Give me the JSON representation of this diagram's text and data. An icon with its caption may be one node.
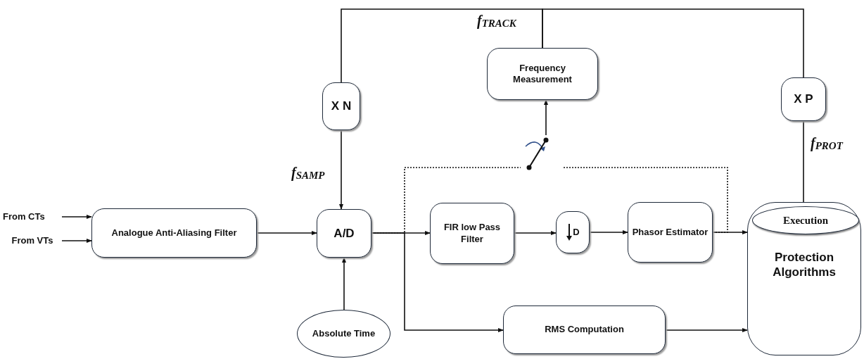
{
  "diagram": {
    "nodes": [
      {
        "text": [
          "From CTs"
        ]
      },
      {
        "text": [
          "From VTs"
        ]
      },
      {
        "text": [
          "Analogue Anti-Aliasing Filter"
        ]
      },
      {
        "text": [
          "A/D"
        ]
      },
      {
        "text": [
          "Absolute Time"
        ]
      },
      {
        "text": [
          "X N"
        ]
      },
      {
        "text": [
          "Frequency Measurement"
        ]
      },
      {
        "text": [
          "X P"
        ]
      },
      {
        "text": [
          "FIR low Pass Filter"
        ]
      },
      {
        "text": [
          "D"
        ]
      },
      {
        "text": [
          "Phasor Estimator"
        ]
      },
      {
        "text": [
          "Protection Algorithms"
        ]
      },
      {
        "text": [
          "Execution"
        ],
        "in": 11
      },
      {
        "text": [
          "RMS Computation"
        ]
      },
      {
        "text": [],
        "shape": "switch"
      }
    ],
    "edges": [
      {
        "from": 0,
        "to": 2,
        "arrow": "to"
      },
      {
        "from": 1,
        "to": 2,
        "arrow": "to"
      },
      {
        "from": 2,
        "to": 3,
        "arrow": "to"
      },
      {
        "from": 4,
        "to": 3,
        "arrow": "to"
      },
      {
        "from": 5,
        "to": 3,
        "arrow": "to",
        "label": "f$_{SAMP}$"
      },
      {
        "from": 3,
        "to": 8,
        "arrow": "to"
      },
      {
        "from": 3,
        "to": 13,
        "arrow": "to"
      },
      {
        "from": 3,
        "to": 14,
        "arrow": "none",
        "style": "dashed"
      },
      {
        "from": 14,
        "to": 6,
        "arrow": "to"
      },
      {
        "from": 8,
        "to": 9,
        "arrow": "to"
      },
      {
        "from": 9,
        "to": 10,
        "arrow": "to"
      },
      {
        "from": 10,
        "to": 11,
        "arrow": "to"
      },
      {
        "from": 13,
        "to": 11,
        "arrow": "to"
      },
      {
        "from": 10,
        "to": 14,
        "arrow": "none",
        "style": "dashed"
      },
      {
        "from": 6,
        "to": 5,
        "arrow": "none",
        "label": "f$_{TRACK}$"
      },
      {
        "from": 6,
        "to": 7,
        "arrow": "none"
      },
      {
        "from": 7,
        "to": 11,
        "arrow": "none",
        "label": "f$_{PROT}$"
      }
    ]
  }
}
